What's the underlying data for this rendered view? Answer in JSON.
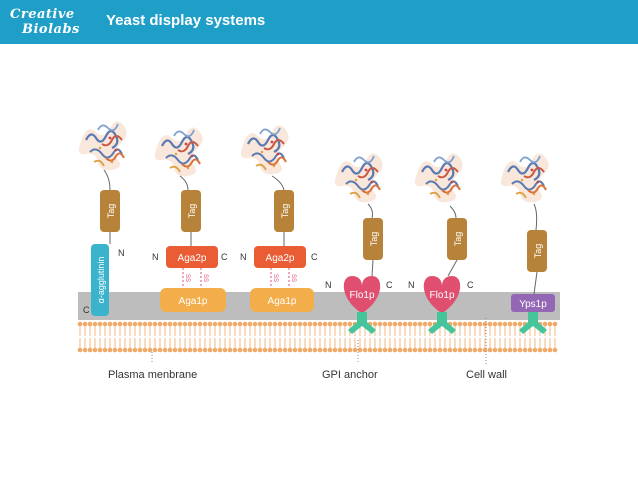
{
  "header": {
    "logo_line1": "Creative",
    "logo_line2": "Biolabs",
    "title": "Yeast display systems"
  },
  "colors": {
    "header_bg": "#1f9fc8",
    "tag": "#b7833a",
    "aga2p": "#ea5c34",
    "aga1p": "#f3ad4a",
    "flo1p": "#e04f6f",
    "yps1p": "#9467b4",
    "agglutinin": "#3bb3cc",
    "membrane_band": "#bdbdbd",
    "lipid": "#f0a966",
    "gpi_anchor": "#46c49a"
  },
  "diagram": {
    "tag_label": "Tag",
    "n_label": "N",
    "c_label": "C",
    "ss_label": "SS",
    "agglutinin_label": "α-agglutinin",
    "aga2p_label": "Aga2p",
    "aga1p_label": "Aga1p",
    "flo1p_label": "Flo1p",
    "yps1p_label": "Yps1p",
    "plasma_membrane_label": "Plasma menbrane",
    "gpi_anchor_label": "GPI anchor",
    "cell_wall_label": "Cell wall"
  }
}
